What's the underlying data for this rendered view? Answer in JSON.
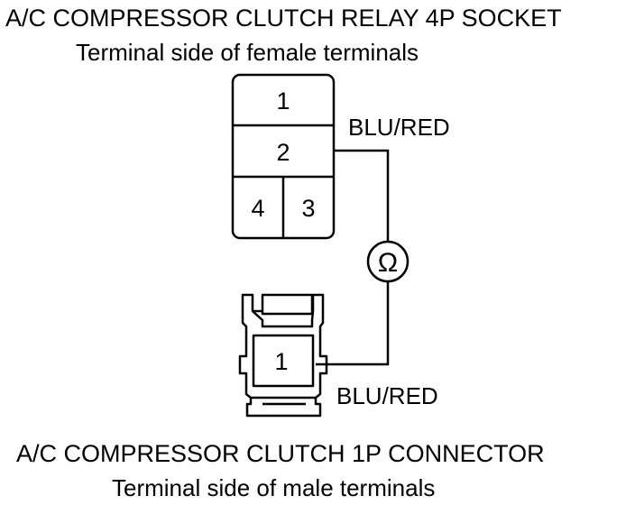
{
  "socket": {
    "title": "A/C COMPRESSOR CLUTCH RELAY 4P SOCKET",
    "subtitle": "Terminal side of female terminals",
    "terminals": {
      "t1": "1",
      "t2": "2",
      "t3": "3",
      "t4": "4"
    }
  },
  "connector": {
    "title": "A/C COMPRESSOR CLUTCH 1P CONNECTOR",
    "subtitle": "Terminal side of male terminals",
    "terminal": "1"
  },
  "wires": {
    "top_label": "BLU/RED",
    "bottom_label": "BLU/RED"
  },
  "meter": {
    "symbol": "Ω",
    "icon": "ohmmeter-icon"
  }
}
